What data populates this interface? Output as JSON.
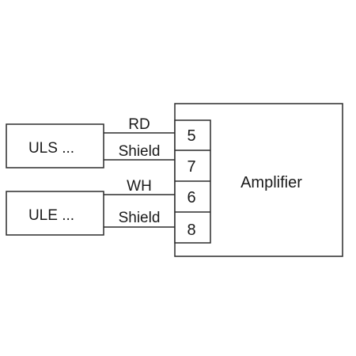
{
  "sensors": [
    {
      "label": "ULS ..."
    },
    {
      "label": "ULE ..."
    }
  ],
  "wires": {
    "rd": "RD",
    "shield_top": "Shield",
    "wh": "WH",
    "shield_bottom": "Shield"
  },
  "terminals": [
    "5",
    "7",
    "6",
    "8"
  ],
  "amplifier": {
    "label": "Amplifier"
  },
  "colors": {
    "line": "#2b2b2b",
    "text": "#1a1a1a"
  }
}
